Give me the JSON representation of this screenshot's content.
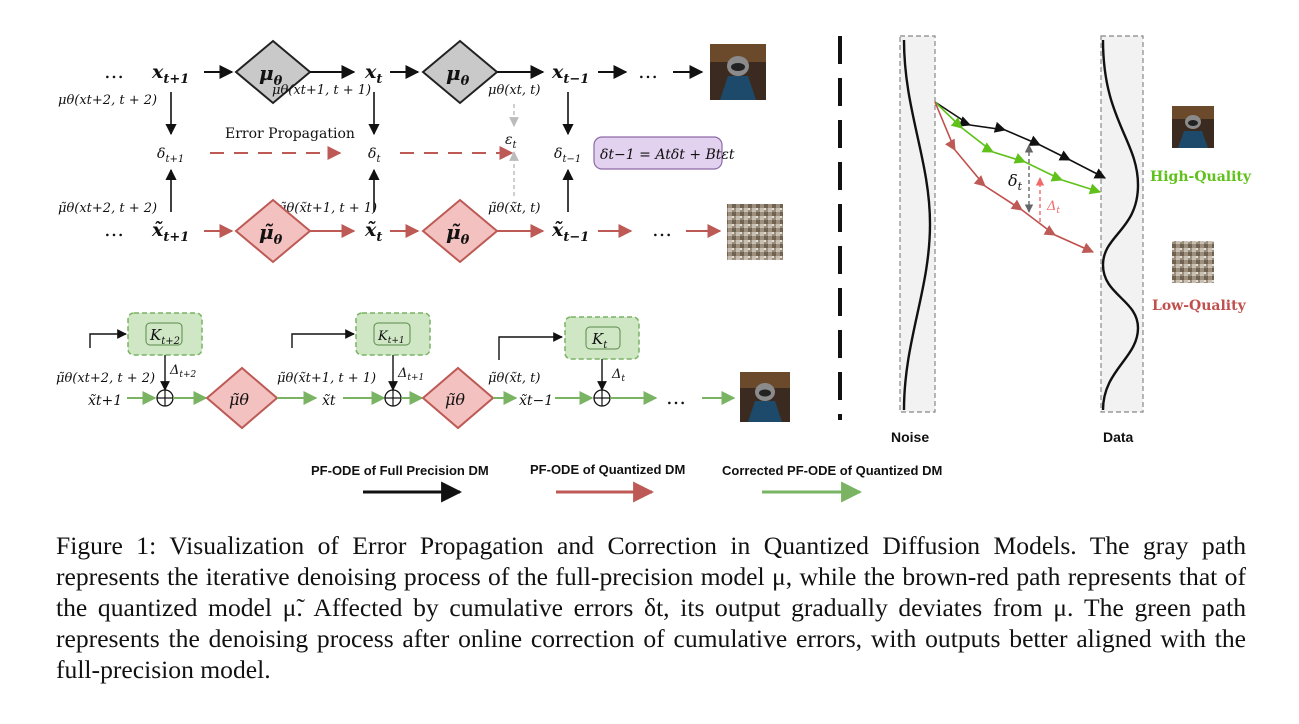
{
  "colors": {
    "full_precision": "#111111",
    "quantized": "#bd5a55",
    "corrected": "#7ab463",
    "high_quality_green": "#5fc11a",
    "low_quality_red": "#c0504d",
    "diamond_gray": "#c9c9c9",
    "diamond_red": "#f3c1bf",
    "k_box_green": "#cfe7c4",
    "equation_box_purple": "#e2d2ef"
  },
  "left": {
    "row1": {
      "dots_left": "…",
      "x_next": "x",
      "x_next_sub": "t+1",
      "mu": "μ",
      "mu_sub": "θ",
      "x_cur": "x",
      "x_cur_sub": "t",
      "x_prev": "x",
      "x_prev_sub": "t−1",
      "dots_right": "…"
    },
    "labels": {
      "mu_t2": "μθ(xt+2, t + 2)",
      "mu_t1": "μθ(xt+1, t + 1)",
      "mu_t": "μθ(xt, t)",
      "error_propagation": "Error Propagation",
      "delta_t1": "δ",
      "delta_t1_sub": "t+1",
      "delta_t": "δ",
      "delta_t_sub": "t",
      "epsilon": "ε",
      "epsilon_sub": "t",
      "delta_tm1": "δ",
      "delta_tm1_sub": "t−1",
      "equation": "δt−1 = Atδt + Btεt",
      "mut_t2": "μ̃θ(xt+2, t + 2)",
      "mut_t1": "μ̃θ(x̃t+1, t + 1)",
      "mut_t": "μ̃θ(x̃t, t)"
    },
    "row2": {
      "dots_left": "…",
      "x_next": "x̃",
      "x_next_sub": "t+1",
      "mu": "μ̃",
      "mu_sub": "θ",
      "x_cur": "x̃",
      "x_cur_sub": "t",
      "x_prev": "x̃",
      "x_prev_sub": "t−1",
      "dots_right": "…"
    },
    "row3": {
      "k_boxes": [
        {
          "k": "K",
          "sub": "t+2"
        },
        {
          "k": "K",
          "sub": "t+1"
        },
        {
          "k": "K",
          "sub": "t"
        }
      ],
      "deltas": [
        {
          "d": "Δ",
          "sub": "t+2"
        },
        {
          "d": "Δ",
          "sub": "t+1"
        },
        {
          "d": "Δ",
          "sub": "t"
        }
      ],
      "inputs": [
        "μ̃θ(xt+2, t + 2)",
        "μ̃θ(x̃t+1, t + 1)",
        "μ̃θ(x̃t, t)"
      ],
      "x_labels": [
        "x̃t+1",
        "x̃t",
        "x̃t−1"
      ],
      "plus": "⊕",
      "mu": "μ̃θ",
      "dots": "…"
    }
  },
  "right": {
    "noise_label": "Noise",
    "data_label": "Data",
    "high_quality": "High-Quality",
    "low_quality": "Low-Quality",
    "delta_label": "δ",
    "delta_sub": "t",
    "Delta_label": "Δ",
    "Delta_sub": "t"
  },
  "legend": {
    "full_precision": "PF-ODE of Full Precision DM",
    "quantized": "PF-ODE of Quantized DM",
    "corrected": "Corrected PF-ODE of Quantized DM"
  },
  "caption": "Figure 1: Visualization of Error Propagation and Correction in Quantized Diffusion Models. The gray path represents the iterative denoising process of the full-precision model μ, while the brown-red path represents that of the quantized model μ̃. Affected by cumulative errors δt, its output gradually deviates from μ. The green path represents the denoising process after online correction of cumulative errors, with outputs better aligned with the full-precision model."
}
